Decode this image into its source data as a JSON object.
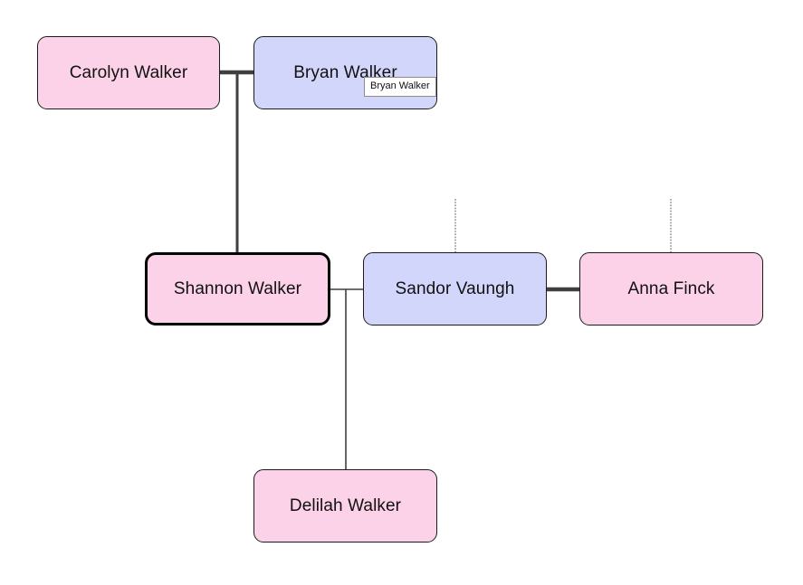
{
  "diagram": {
    "type": "family-tree",
    "background_color": "#ffffff",
    "colors": {
      "female_fill": "#fbd2e8",
      "male_fill": "#d3d6fb",
      "node_border": "#1b1b1b",
      "selected_border": "#000000",
      "thick_link": "#3f3f3f",
      "thin_link": "#3f3f3f",
      "stub_link": "#9a9a9a",
      "tooltip_background": "#ffffff",
      "tooltip_border": "#8d8d8d",
      "text": "#111111"
    },
    "nodes": [
      {
        "id": "carolyn",
        "label": "Carolyn Walker",
        "sex": "female",
        "selected": false
      },
      {
        "id": "bryan",
        "label": "Bryan Walker",
        "sex": "male",
        "selected": false
      },
      {
        "id": "shannon",
        "label": "Shannon Walker",
        "sex": "female",
        "selected": true
      },
      {
        "id": "sandor",
        "label": "Sandor Vaungh",
        "sex": "male",
        "selected": false
      },
      {
        "id": "anna",
        "label": "Anna Finck",
        "sex": "female",
        "selected": false
      },
      {
        "id": "delilah",
        "label": "Delilah Walker",
        "sex": "female",
        "selected": false
      }
    ],
    "relationships": [
      {
        "kind": "marriage",
        "style": "thick",
        "from": "carolyn",
        "to": "bryan"
      },
      {
        "kind": "marriage",
        "style": "thin",
        "from": "shannon",
        "to": "sandor"
      },
      {
        "kind": "marriage",
        "style": "thick",
        "from": "sandor",
        "to": "anna"
      },
      {
        "kind": "descent",
        "style": "thick",
        "from": "carolyn-bryan",
        "to": "shannon"
      },
      {
        "kind": "descent",
        "style": "thin",
        "from": "shannon-sandor",
        "to": "delilah"
      },
      {
        "kind": "ancestor-stub",
        "style": "dotted",
        "to": "sandor"
      },
      {
        "kind": "ancestor-stub",
        "style": "dotted",
        "to": "anna"
      }
    ],
    "tooltip": {
      "visible": true,
      "text": "Bryan Walker",
      "anchor_node": "bryan"
    }
  }
}
